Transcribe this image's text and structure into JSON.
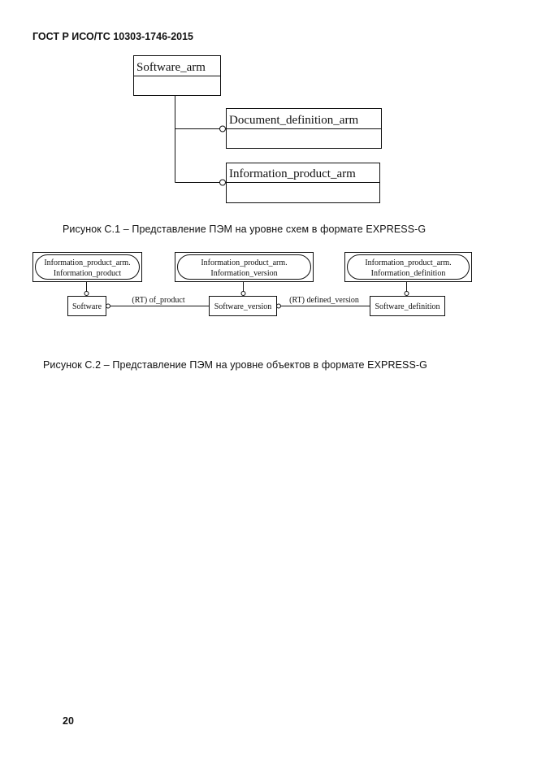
{
  "header": {
    "standard": "ГОСТ Р ИСО/ТС 10303-1746-2015"
  },
  "figure1": {
    "caption": "Рисунок С.1 – Представление ПЭМ на уровне схем в формате EXPRESS-G",
    "schemas": {
      "root": "Software_arm",
      "child1": "Document_definition_arm",
      "child2": "Information_product_arm"
    }
  },
  "figure2": {
    "caption": "Рисунок С.2 – Представление ПЭМ на уровне объектов в формате EXPRESS-G",
    "refs": {
      "r1": {
        "line1": "Information_product_arm.",
        "line2": "Information_product"
      },
      "r2": {
        "line1": "Information_product_arm.",
        "line2": "Information_version"
      },
      "r3": {
        "line1": "Information_product_arm.",
        "line2": "Information_definition"
      }
    },
    "entities": {
      "e1": "Software",
      "e2": "Software_version",
      "e3": "Software_definition"
    },
    "relations": {
      "rel1": "(RT) of_product",
      "rel2": "(RT) defined_version"
    }
  },
  "footer": {
    "page_number": "20"
  }
}
